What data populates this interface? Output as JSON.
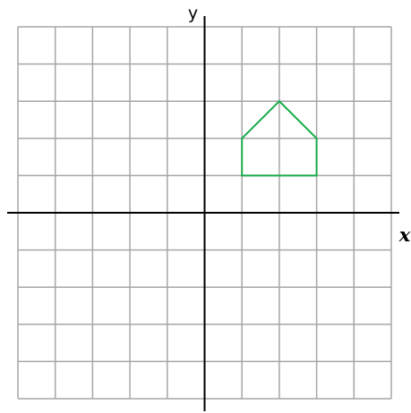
{
  "axes": {
    "x_label": "x",
    "y_label": "y",
    "x_range": [
      -5,
      5
    ],
    "y_range": [
      -5,
      5
    ],
    "grid": true,
    "grid_step": 1
  },
  "colors": {
    "grid": "#a6a6a6",
    "axis": "#000000",
    "shape": "#1aab4a"
  },
  "shape": {
    "type": "polygon",
    "vertices": [
      [
        1,
        1
      ],
      [
        1,
        2
      ],
      [
        2,
        3
      ],
      [
        3,
        2
      ],
      [
        3,
        1
      ]
    ]
  }
}
